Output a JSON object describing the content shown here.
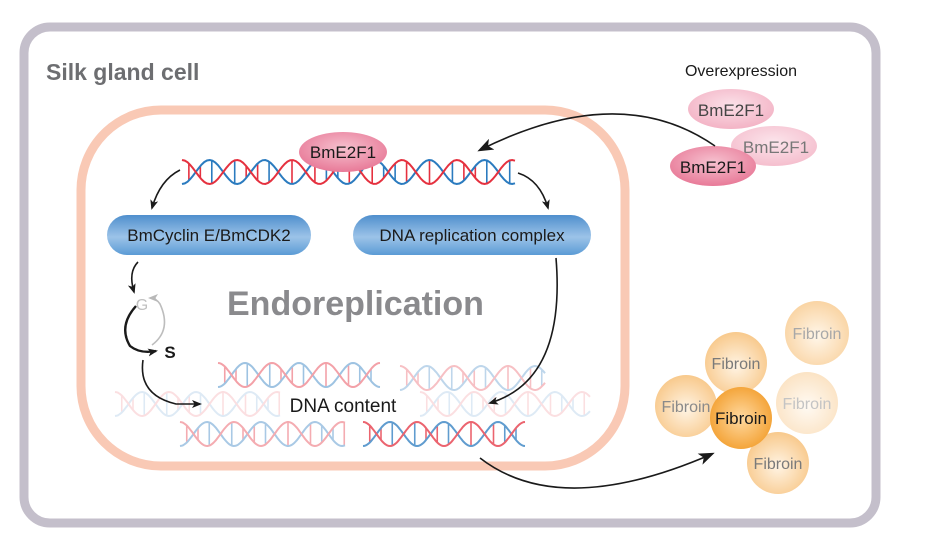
{
  "title": "Silk gland cell",
  "process_label": "Endoreplication",
  "overexpression": {
    "label": "Overexpression",
    "proteins": [
      "BmE2F1",
      "BmE2F1",
      "BmE2F1"
    ]
  },
  "dna_binding_factor": "BmE2F1",
  "targets": {
    "left": "BmCyclin E/BmCDK2",
    "right": "DNA replication complex"
  },
  "cell_cycle": {
    "g_phase": "G",
    "s_phase": "S"
  },
  "dna_content_label": "DNA content",
  "fibroin": {
    "labels": [
      "Fibroin",
      "Fibroin",
      "Fibroin",
      "Fibroin",
      "Fibroin",
      "Fibroin"
    ]
  },
  "colors": {
    "outer_border": "#c4bfcb",
    "nucleus_border": "#f9c9b5",
    "dna_red": "#e5313f",
    "dna_blue": "#2b7bbf",
    "protein_pink": "#e87a98",
    "target_blue": "#5b9bd5",
    "fibroin_orange": "#f5a43a",
    "title_gray": "#6d6e71"
  }
}
